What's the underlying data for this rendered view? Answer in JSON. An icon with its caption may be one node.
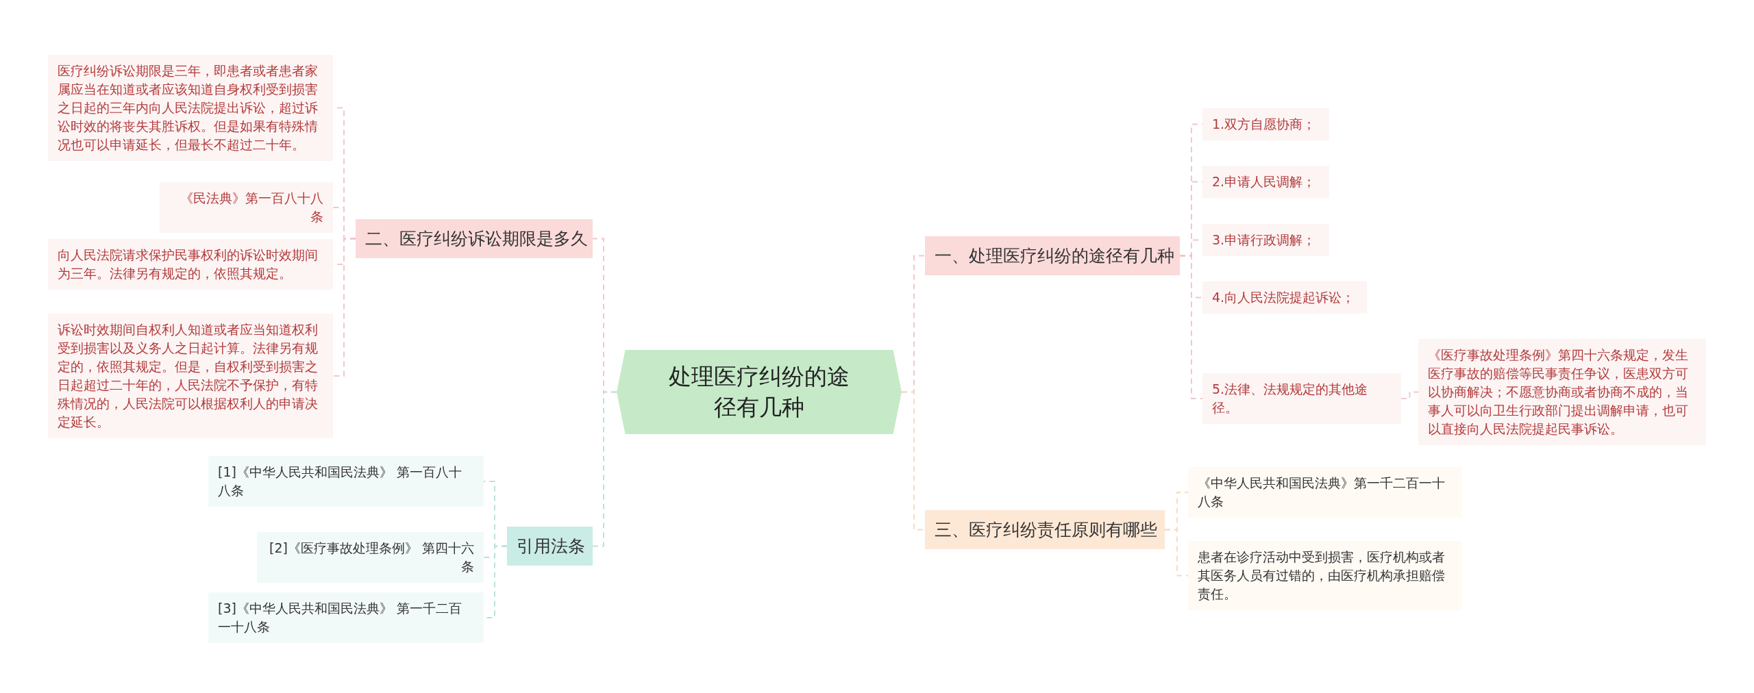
{
  "diagram": {
    "nodes": [
      {
        "text": [
          "处理医疗纠纷的途径有几种"
        ]
      },
      {
        "text": [
          "一、处理医疗纠纷的途径有几种"
        ]
      },
      {
        "text": [
          "1.双方自愿协商；"
        ]
      },
      {
        "text": [
          "2.申请人民调解；"
        ]
      },
      {
        "text": [
          "3.申请行政调解；"
        ]
      },
      {
        "text": [
          "4.向人民法院提起诉讼；"
        ]
      },
      {
        "text": [
          "5.法律、法规规定的其他途径。"
        ]
      },
      {
        "text": [
          "《医疗事故处理条例》第四十六条规定，发生医疗事故的赔偿等民事责任争议，医患双方可以协商解决；不愿意协商或者协商不成的，当事人可以向卫生行政部门提出调解申请，也可以直接向人民法院提起民事诉讼。"
        ]
      },
      {
        "text": [
          "三、医疗纠纷责任原则有哪些"
        ]
      },
      {
        "text": [
          "《中华人民共和国民法典》第一千二百一十八条"
        ]
      },
      {
        "text": [
          "患者在诊疗活动中受到损害，医疗机构或者其医务人员有过错的，由医疗机构承担赔偿责任。"
        ]
      },
      {
        "text": [
          "二、医疗纠纷诉讼期限是多久"
        ]
      },
      {
        "text": [
          "医疗纠纷诉讼期限是三年，即患者或者患者家属应当在知道或者应该知道自身权利受到损害之日起的三年内向人民法院提出诉讼，超过诉讼时效的将丧失其胜诉权。但是如果有特殊情况也可以申请延长，但最长不超过二十年。"
        ]
      },
      {
        "text": [
          "《民法典》第一百八十八条"
        ]
      },
      {
        "text": [
          "向人民法院请求保护民事权利的诉讼时效期间为三年。法律另有规定的，依照其规定。"
        ]
      },
      {
        "text": [
          "诉讼时效期间自权利人知道或者应当知道权利受到损害以及义务人之日起计算。法律另有规定的，依照其规定。但是，自权利受到损害之日起超过二十年的，人民法院不予保护，有特殊情况的，人民法院可以根据权利人的申请决定延长。"
        ]
      },
      {
        "text": [
          "引用法条"
        ]
      },
      {
        "text": [
          "[1]《中华人民共和国民法典》 第一百八十八条"
        ]
      },
      {
        "text": [
          "[2]《医疗事故处理条例》 第四十六条"
        ]
      },
      {
        "text": [
          "[3]《中华人民共和国民法典》 第一千二百一十八条"
        ]
      }
    ],
    "edges": [
      {
        "from": 0,
        "to": 1,
        "arrow": "none",
        "style": "dashed"
      },
      {
        "from": 1,
        "to": 2,
        "arrow": "none",
        "style": "dashed"
      },
      {
        "from": 1,
        "to": 3,
        "arrow": "none",
        "style": "dashed"
      },
      {
        "from": 1,
        "to": 4,
        "arrow": "none",
        "style": "dashed"
      },
      {
        "from": 1,
        "to": 5,
        "arrow": "none",
        "style": "dashed"
      },
      {
        "from": 1,
        "to": 6,
        "arrow": "none",
        "style": "dashed"
      },
      {
        "from": 6,
        "to": 7,
        "arrow": "none",
        "style": "dashed"
      },
      {
        "from": 0,
        "to": 8,
        "arrow": "none",
        "style": "dashed",
        "color": "#f6dcc2"
      },
      {
        "from": 8,
        "to": 9,
        "arrow": "none",
        "style": "dashed",
        "color": "#f6dcc2"
      },
      {
        "from": 8,
        "to": 10,
        "arrow": "none",
        "style": "dashed",
        "color": "#f6dcc2"
      },
      {
        "from": 0,
        "to": 11,
        "arrow": "none",
        "style": "dashed"
      },
      {
        "from": 11,
        "to": 12,
        "arrow": "none",
        "style": "dashed"
      },
      {
        "from": 11,
        "to": 13,
        "arrow": "none",
        "style": "dashed"
      },
      {
        "from": 11,
        "to": 14,
        "arrow": "none",
        "style": "dashed"
      },
      {
        "from": 11,
        "to": 15,
        "arrow": "none",
        "style": "dashed"
      },
      {
        "from": 0,
        "to": 16,
        "arrow": "none",
        "style": "dashed",
        "color": "#b9e3dc"
      },
      {
        "from": 16,
        "to": 17,
        "arrow": "none",
        "style": "dashed",
        "color": "#b9e3dc"
      },
      {
        "from": 16,
        "to": 18,
        "arrow": "none",
        "style": "dashed",
        "color": "#b9e3dc"
      },
      {
        "from": 16,
        "to": 19,
        "arrow": "none",
        "style": "dashed",
        "color": "#b9e3dc"
      }
    ]
  }
}
